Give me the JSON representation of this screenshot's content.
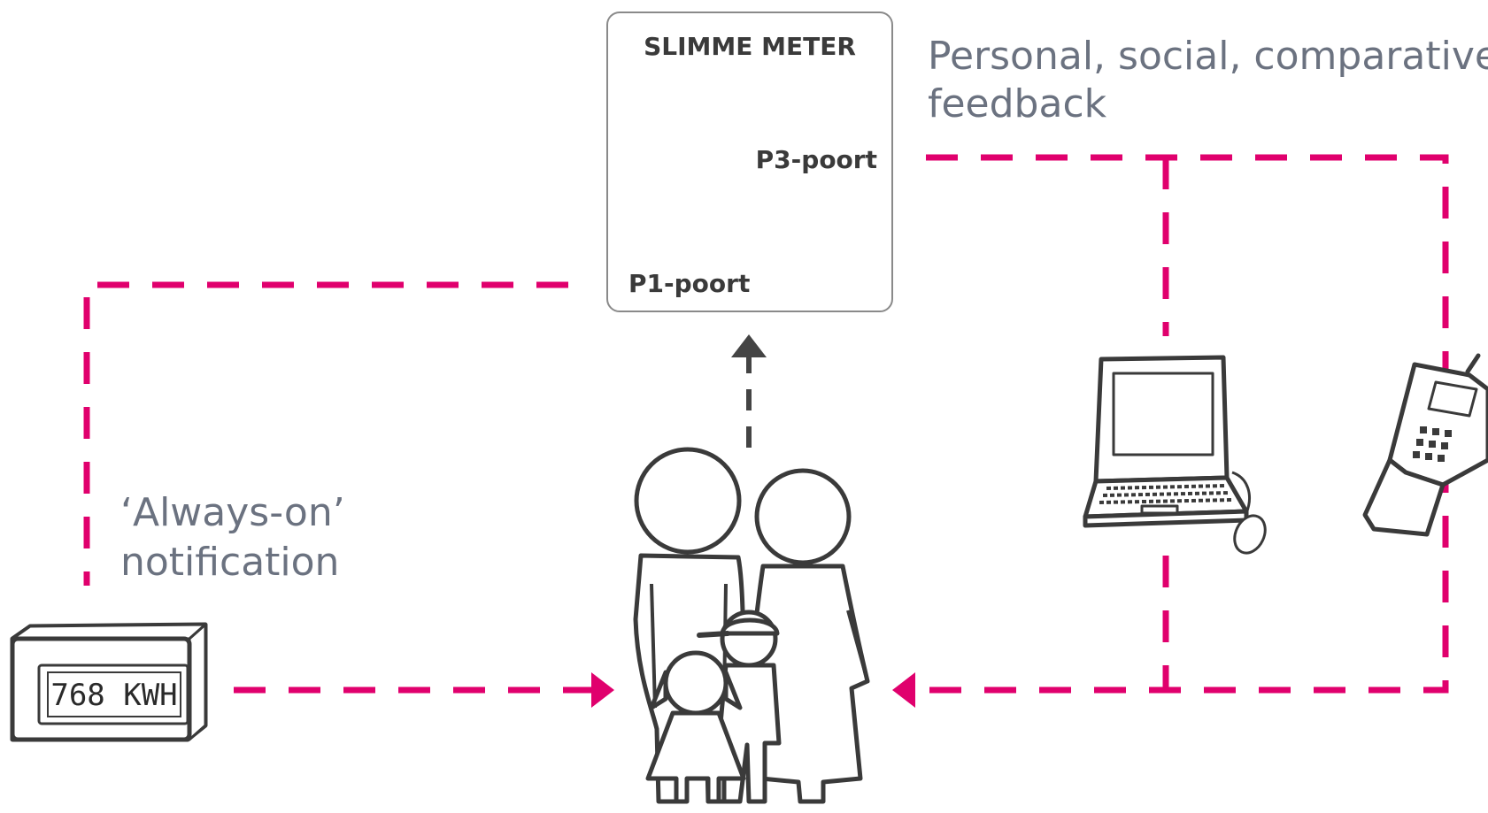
{
  "meter": {
    "title": "SLIMME METER",
    "port_p3": "P3-poort",
    "port_p1": "P1-poort"
  },
  "feedback_caption": {
    "line1": "Personal, social, comparative",
    "line2": "feedback"
  },
  "notification_caption": {
    "line1": "‘Always-on’",
    "line2": "notification"
  },
  "display_device": {
    "reading": "768 KWH"
  },
  "colors": {
    "accent": "#e0006d",
    "caption": "#6b7280",
    "outline": "#3a3a3a"
  },
  "icons": {
    "meter": "smart-meter-box",
    "display": "energy-display-icon",
    "laptop": "laptop-icon",
    "phone": "mobile-phone-icon",
    "family": "family-icon"
  }
}
